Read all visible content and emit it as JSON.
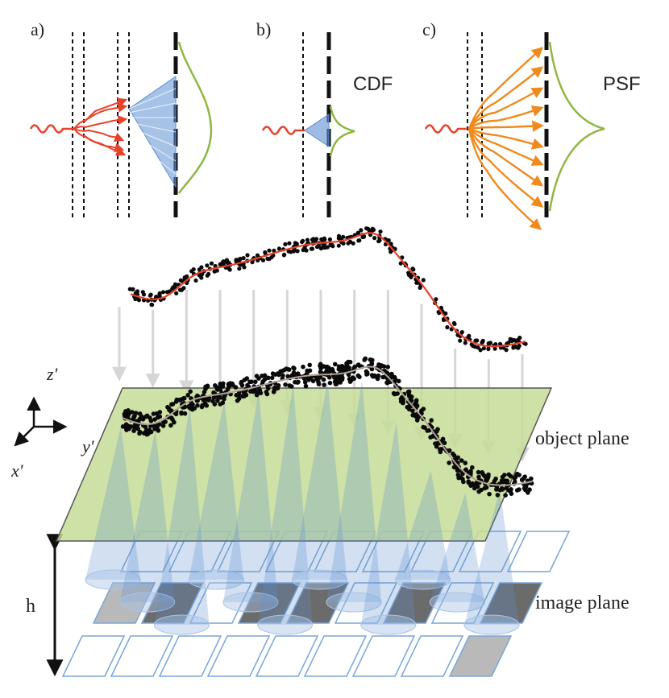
{
  "panels": {
    "a": {
      "label": "a)"
    },
    "b": {
      "label": "b)",
      "caption": "CDF"
    },
    "c": {
      "label": "c)",
      "caption": "PSF"
    }
  },
  "axes": {
    "z": "z'",
    "y": "y'",
    "x": "x'"
  },
  "planes": {
    "object": "object plane",
    "image": "image plane",
    "height": "h"
  },
  "colors": {
    "photon": "#e8412a",
    "photon_psf": "#f08a1e",
    "cone": "#5d8fd1",
    "distribution": "#8db843",
    "plane_fill": "#c5dc96",
    "surface_line": "#e8412a",
    "pixel_dark": "#6b6b6b",
    "pixel_light": "#b9b9b9",
    "pixel_edge": "#7aa6d6"
  }
}
